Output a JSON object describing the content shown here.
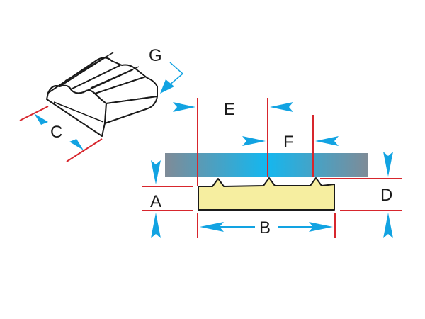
{
  "labels": {
    "a": "A",
    "b": "B",
    "c": "C",
    "d": "D",
    "e": "E",
    "f": "F",
    "g": "G"
  },
  "colors": {
    "dimension_line": "#d7262d",
    "arrow": "#12a3e2",
    "seal_fill": "#f6eea0",
    "seal_stroke": "#1a1a1a",
    "plate_left": "#7f8b97",
    "plate_center": "#14b7ef",
    "plate_right": "#7f8b97",
    "profile_fill": "#ffffff",
    "profile_stroke": "#1a1a1a"
  },
  "icons": {
    "arrowhead": "arrowhead-icon",
    "seal_profile_3d": "seal-profile-3d-icon"
  }
}
